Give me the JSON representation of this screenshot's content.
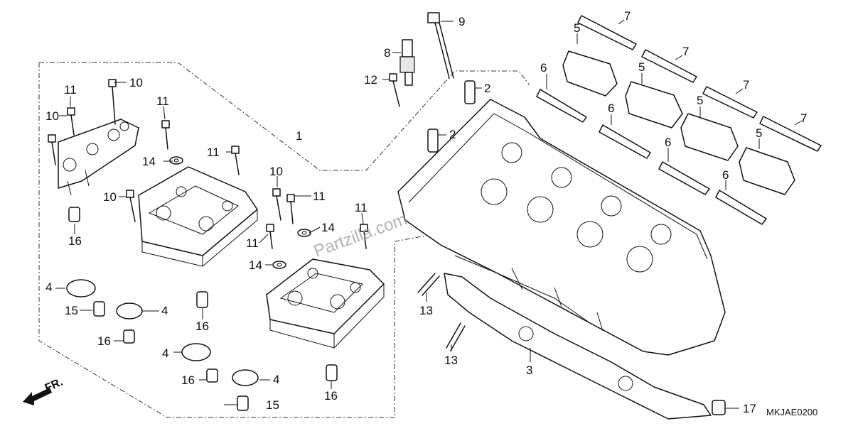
{
  "diagram": {
    "part_callouts": [
      {
        "key": "c1",
        "label": "1"
      },
      {
        "key": "c2a",
        "label": "2"
      },
      {
        "key": "c2b",
        "label": "2"
      },
      {
        "key": "c3",
        "label": "3"
      },
      {
        "key": "c4a",
        "label": "4"
      },
      {
        "key": "c4b",
        "label": "4"
      },
      {
        "key": "c4c",
        "label": "4"
      },
      {
        "key": "c4d",
        "label": "4"
      },
      {
        "key": "c5a",
        "label": "5"
      },
      {
        "key": "c5b",
        "label": "5"
      },
      {
        "key": "c5c",
        "label": "5"
      },
      {
        "key": "c5d",
        "label": "5"
      },
      {
        "key": "c6a",
        "label": "6"
      },
      {
        "key": "c6b",
        "label": "6"
      },
      {
        "key": "c6c",
        "label": "6"
      },
      {
        "key": "c6d",
        "label": "6"
      },
      {
        "key": "c7a",
        "label": "7"
      },
      {
        "key": "c7b",
        "label": "7"
      },
      {
        "key": "c7c",
        "label": "7"
      },
      {
        "key": "c7d",
        "label": "7"
      },
      {
        "key": "c8",
        "label": "8"
      },
      {
        "key": "c9",
        "label": "9"
      },
      {
        "key": "c10a",
        "label": "10"
      },
      {
        "key": "c10b",
        "label": "10"
      },
      {
        "key": "c10c",
        "label": "10"
      },
      {
        "key": "c10d",
        "label": "10"
      },
      {
        "key": "c11a",
        "label": "11"
      },
      {
        "key": "c11b",
        "label": "11"
      },
      {
        "key": "c11c",
        "label": "11"
      },
      {
        "key": "c11d",
        "label": "11"
      },
      {
        "key": "c11e",
        "label": "11"
      },
      {
        "key": "c11f",
        "label": "11"
      },
      {
        "key": "c12",
        "label": "12"
      },
      {
        "key": "c13a",
        "label": "13"
      },
      {
        "key": "c13b",
        "label": "13"
      },
      {
        "key": "c14a",
        "label": "14"
      },
      {
        "key": "c14b",
        "label": "14"
      },
      {
        "key": "c14c",
        "label": "14"
      },
      {
        "key": "c15a",
        "label": "15"
      },
      {
        "key": "c15b",
        "label": "15"
      },
      {
        "key": "c16a",
        "label": "16"
      },
      {
        "key": "c16b",
        "label": "16"
      },
      {
        "key": "c16c",
        "label": "16"
      },
      {
        "key": "c16d",
        "label": "16"
      },
      {
        "key": "c16e",
        "label": "16"
      },
      {
        "key": "c17",
        "label": "17"
      }
    ],
    "watermark": "Partzilla.com",
    "diagram_code": "MKJAE0200",
    "front_indicator": "FR."
  }
}
